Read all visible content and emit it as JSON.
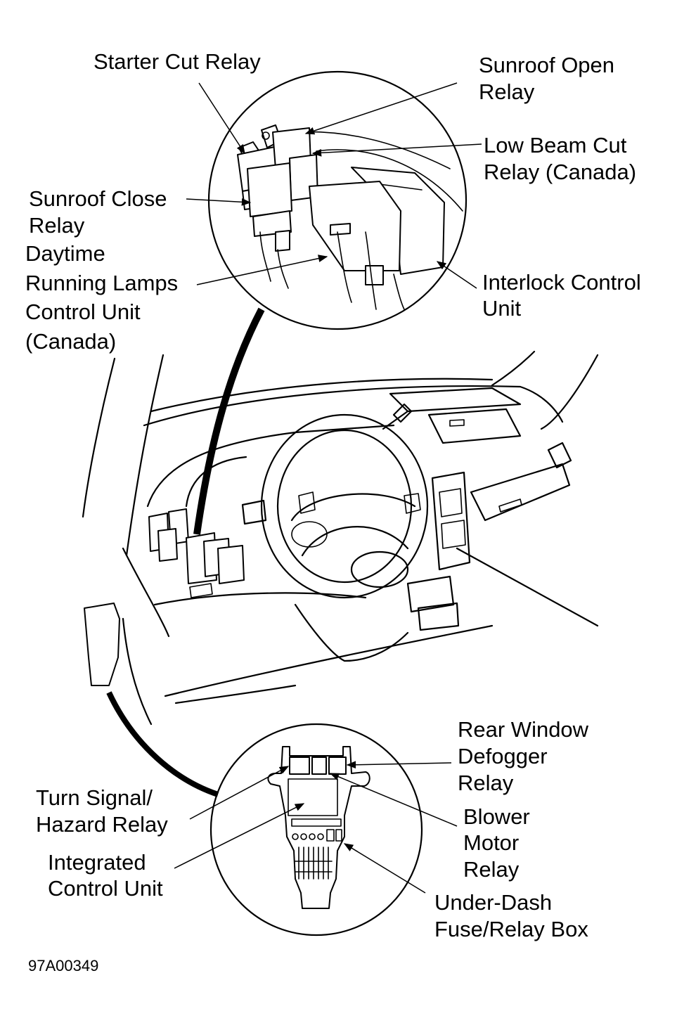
{
  "labels": {
    "starter_cut_relay": "Starter Cut Relay",
    "sunroof_open_relay_1": "Sunroof Open",
    "sunroof_open_relay_2": "Relay",
    "low_beam_cut_relay_1": "Low Beam Cut",
    "low_beam_cut_relay_2": "Relay (Canada)",
    "sunroof_close_relay_1": "Sunroof Close",
    "sunroof_close_relay_2": "Relay",
    "drl_control_unit_1": "Daytime",
    "drl_control_unit_2": "Running Lamps",
    "drl_control_unit_3": "Control Unit",
    "drl_control_unit_4": "(Canada)",
    "interlock_control_unit_1": "Interlock Control",
    "interlock_control_unit_2": "Unit",
    "rear_window_defogger_relay_1": "Rear Window",
    "rear_window_defogger_relay_2": "Defogger",
    "rear_window_defogger_relay_3": "Relay",
    "turn_signal_hazard_relay_1": "Turn Signal/",
    "turn_signal_hazard_relay_2": "Hazard Relay",
    "blower_motor_relay_1": "Blower",
    "blower_motor_relay_2": "Motor",
    "blower_motor_relay_3": "Relay",
    "integrated_control_unit_1": "Integrated",
    "integrated_control_unit_2": "Control Unit",
    "under_dash_fuse_box_1": "Under-Dash",
    "under_dash_fuse_box_2": "Fuse/Relay Box"
  },
  "figure_code": "97A00349"
}
